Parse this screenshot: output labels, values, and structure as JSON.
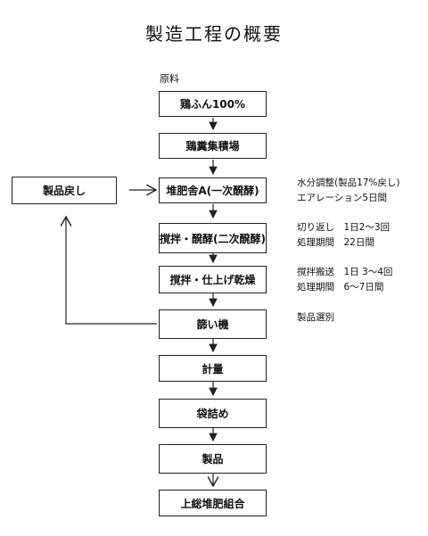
{
  "title": "製造工程の概要",
  "raw_label": "原料",
  "steps": [
    "鶏ふん100%",
    "鶏糞集積場",
    "堆肥舎A(一次醗酵)",
    "撹拌・醗酵(二次醗酵)",
    "撹拌・仕上げ乾燥",
    "篩い機",
    "計量",
    "袋詰め",
    "製品",
    "上総堆肥組合"
  ],
  "return_box": "製品戻し",
  "notes": {
    "n1a": "水分調整(製品17%戻し)",
    "n1b": "エアレーション5日間",
    "n2a": "切り返し　1日2～3回",
    "n2b": "処理期間　22日間",
    "n3a": "撹拌搬送　1日 3～4回",
    "n3b": "処理期間　6～7日間",
    "n4": "製品選別"
  }
}
